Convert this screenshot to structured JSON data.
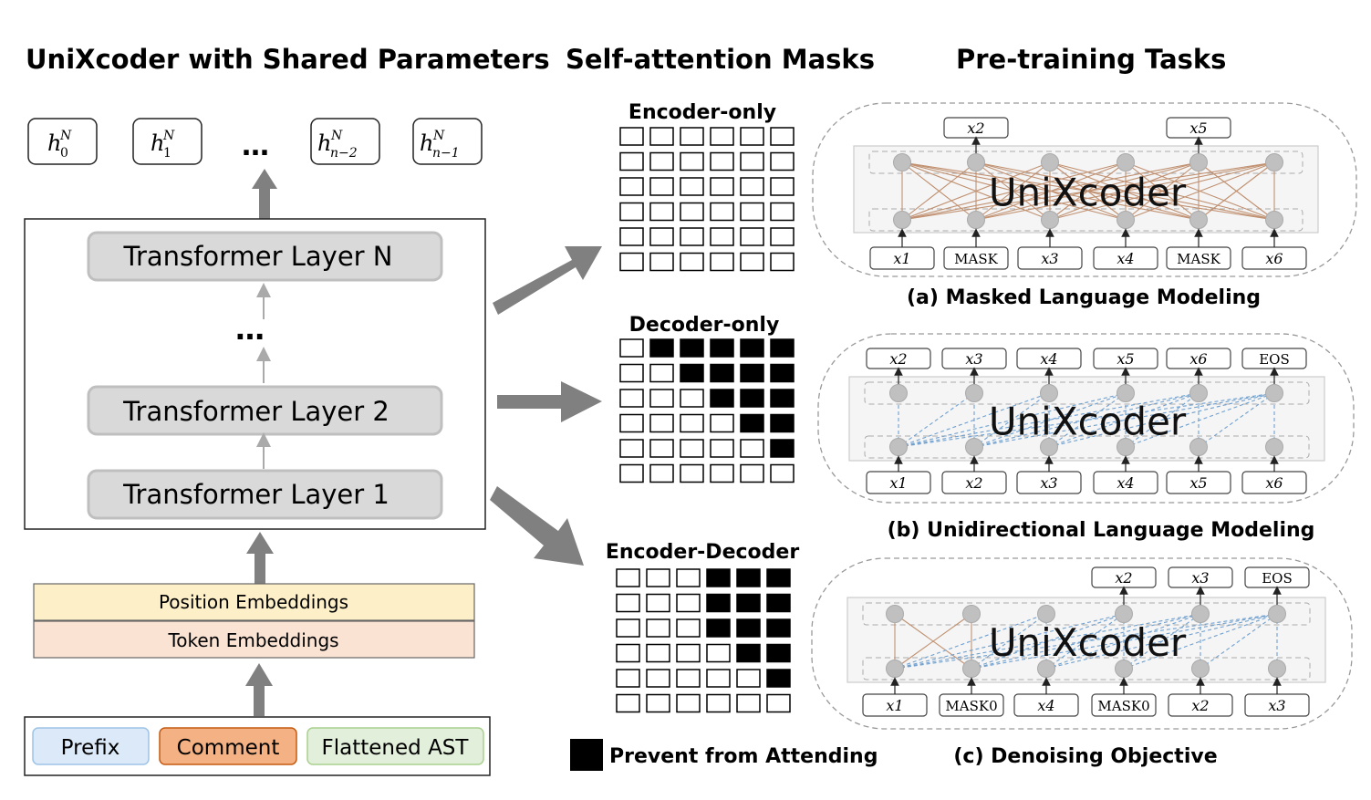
{
  "titles": {
    "left": "UniXcoder with Shared Parameters",
    "middle": "Self-attention Masks",
    "right": "Pre-training Tasks"
  },
  "outputs": [
    "h_0^N",
    "h_1^N",
    "h_{n-2}^N",
    "h_{n-1}^N"
  ],
  "output_ellipsis": "…",
  "layers": [
    "Transformer Layer N",
    "Transformer Layer 2",
    "Transformer Layer 1"
  ],
  "layer_ellipsis": "…",
  "embeddings": {
    "position": "Position Embeddings",
    "token": "Token Embeddings"
  },
  "inputs": [
    "Prefix",
    "Comment",
    "Flattened AST"
  ],
  "masks": [
    {
      "title": "Encoder-only",
      "rows": [
        [
          0,
          0,
          0,
          0,
          0,
          0
        ],
        [
          0,
          0,
          0,
          0,
          0,
          0
        ],
        [
          0,
          0,
          0,
          0,
          0,
          0
        ],
        [
          0,
          0,
          0,
          0,
          0,
          0
        ],
        [
          0,
          0,
          0,
          0,
          0,
          0
        ],
        [
          0,
          0,
          0,
          0,
          0,
          0
        ]
      ]
    },
    {
      "title": "Decoder-only",
      "rows": [
        [
          0,
          1,
          1,
          1,
          1,
          1
        ],
        [
          0,
          0,
          1,
          1,
          1,
          1
        ],
        [
          0,
          0,
          0,
          1,
          1,
          1
        ],
        [
          0,
          0,
          0,
          0,
          1,
          1
        ],
        [
          0,
          0,
          0,
          0,
          0,
          1
        ],
        [
          0,
          0,
          0,
          0,
          0,
          0
        ]
      ]
    },
    {
      "title": "Encoder-Decoder",
      "rows": [
        [
          0,
          0,
          0,
          1,
          1,
          1
        ],
        [
          0,
          0,
          0,
          1,
          1,
          1
        ],
        [
          0,
          0,
          0,
          1,
          1,
          1
        ],
        [
          0,
          0,
          0,
          0,
          1,
          1
        ],
        [
          0,
          0,
          0,
          0,
          0,
          1
        ],
        [
          0,
          0,
          0,
          0,
          0,
          0
        ]
      ]
    }
  ],
  "legend": "Prevent from Attending",
  "tasks": [
    {
      "caption": "(a) Masked Language Modeling",
      "model": "UniXcoder",
      "inputs": [
        "x1",
        "MASK",
        "x3",
        "x4",
        "MASK",
        "x6"
      ],
      "outputs": [
        "x2",
        "x5"
      ]
    },
    {
      "caption": "(b) Unidirectional Language Modeling",
      "model": "UniXcoder",
      "inputs": [
        "x1",
        "x2",
        "x3",
        "x4",
        "x5",
        "x6"
      ],
      "outputs": [
        "x2",
        "x3",
        "x4",
        "x5",
        "x6",
        "EOS"
      ]
    },
    {
      "caption": "(c) Denoising Objective",
      "model": "UniXcoder",
      "inputs": [
        "x1",
        "MASK0",
        "x4",
        "MASK0",
        "x2",
        "x3"
      ],
      "outputs": [
        "x2",
        "x3",
        "EOS"
      ]
    }
  ],
  "colors": {
    "arrow": "#808080",
    "layer_fill": "#d9d9d9",
    "position_fill": "#fdf0c8",
    "token_fill": "#fbe3d4",
    "prefix_fill": "#dbe9f8",
    "comment_fill": "#f4b183",
    "ast_fill": "#e2efda",
    "brown_edge": "#c09070",
    "blue_edge": "#6fa0d0"
  }
}
